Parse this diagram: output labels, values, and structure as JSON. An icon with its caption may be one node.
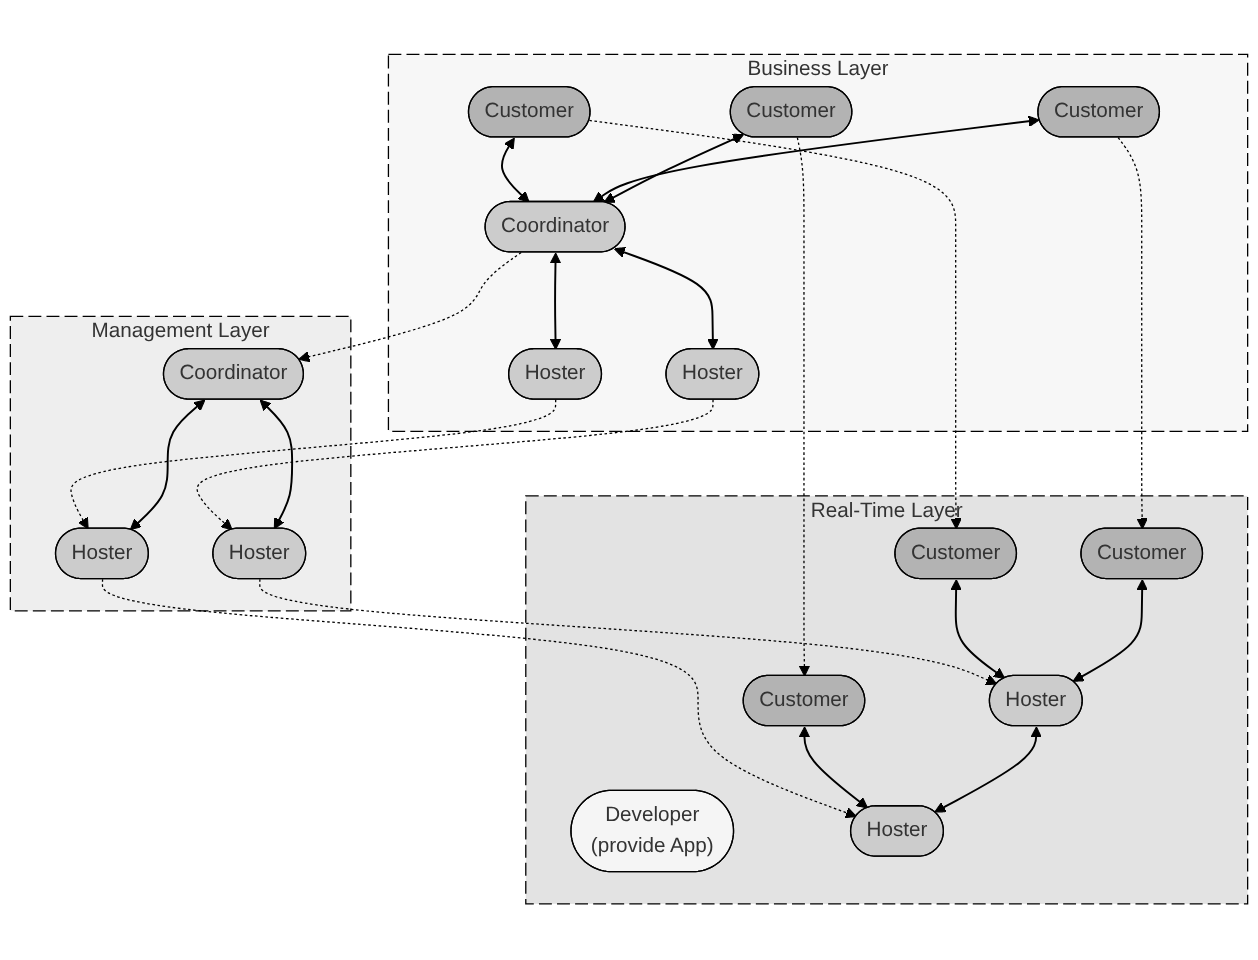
{
  "diagram": {
    "nodes": [
      {
        "text": [
          "Business Layer"
        ]
      },
      {
        "text": [
          "Customer"
        ],
        "in": 0
      },
      {
        "text": [
          "Customer"
        ],
        "in": 0
      },
      {
        "text": [
          "Customer"
        ],
        "in": 0
      },
      {
        "text": [
          "Coordinator"
        ],
        "in": 0
      },
      {
        "text": [
          "Hoster"
        ],
        "in": 0
      },
      {
        "text": [
          "Hoster"
        ],
        "in": 0
      },
      {
        "text": [
          "Management Layer"
        ]
      },
      {
        "text": [
          "Coordinator"
        ],
        "in": 7
      },
      {
        "text": [
          "Hoster"
        ],
        "in": 7
      },
      {
        "text": [
          "Hoster"
        ],
        "in": 7
      },
      {
        "text": [
          "Real-Time Layer"
        ]
      },
      {
        "text": [
          "Customer"
        ],
        "in": 11
      },
      {
        "text": [
          "Customer"
        ],
        "in": 11
      },
      {
        "text": [
          "Customer"
        ],
        "in": 11
      },
      {
        "text": [
          "Developer",
          "(provide App)"
        ],
        "in": 11
      },
      {
        "text": [
          "Hoster"
        ],
        "in": 11
      },
      {
        "text": [
          "Hoster"
        ],
        "in": 11
      }
    ],
    "edges": [
      {
        "from": 1,
        "to": 4,
        "arrow": "both"
      },
      {
        "from": 2,
        "to": 4,
        "arrow": "both"
      },
      {
        "from": 3,
        "to": 4,
        "arrow": "both"
      },
      {
        "from": 4,
        "to": 5,
        "arrow": "both"
      },
      {
        "from": 4,
        "to": 6,
        "arrow": "both"
      },
      {
        "from": 4,
        "to": 8,
        "arrow": "to",
        "style": "dashed"
      },
      {
        "from": 5,
        "to": 9,
        "arrow": "to",
        "style": "dashed"
      },
      {
        "from": 6,
        "to": 10,
        "arrow": "to",
        "style": "dashed"
      },
      {
        "from": 8,
        "to": 9,
        "arrow": "both"
      },
      {
        "from": 8,
        "to": 10,
        "arrow": "both"
      },
      {
        "from": 1,
        "to": 12,
        "arrow": "to",
        "style": "dashed"
      },
      {
        "from": 2,
        "to": 13,
        "arrow": "to",
        "style": "dashed"
      },
      {
        "from": 3,
        "to": 14,
        "arrow": "to",
        "style": "dashed"
      },
      {
        "from": 9,
        "to": 16,
        "arrow": "to",
        "style": "dashed"
      },
      {
        "from": 10,
        "to": 17,
        "arrow": "to",
        "style": "dashed"
      },
      {
        "from": 12,
        "to": 16,
        "arrow": "both"
      },
      {
        "from": 13,
        "to": 16,
        "arrow": "both"
      },
      {
        "from": 14,
        "to": 17,
        "arrow": "both"
      },
      {
        "from": 16,
        "to": 17,
        "arrow": "both"
      }
    ]
  }
}
